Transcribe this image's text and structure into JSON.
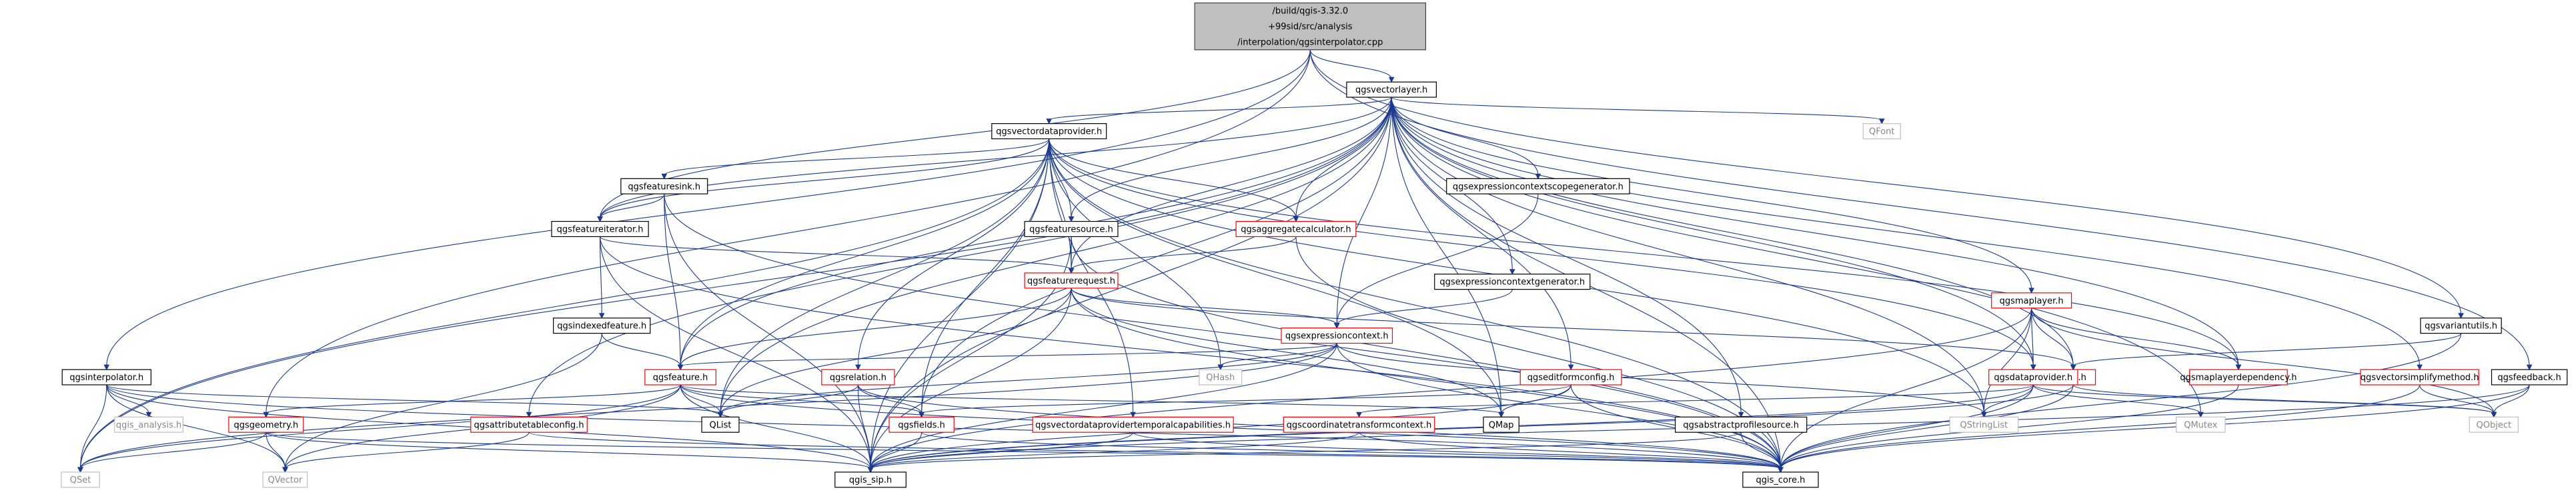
{
  "colors": {
    "edge": "#1a3a8f",
    "root_fill": "#bfbfbf",
    "plain_border": "#000000",
    "link_border": "#ff0000",
    "system_border": "#bfbfbf",
    "system_text": "#888888"
  },
  "nodes": {
    "root": {
      "lines": [
        "/build/qgis-3.32.0",
        "+99sid/src/analysis",
        "/interpolation/qgsinterpolator.cpp"
      ],
      "kind": "root"
    },
    "vl": {
      "lines": [
        "qgsvectorlayer.h"
      ],
      "kind": "plain"
    },
    "vdp": {
      "lines": [
        "qgsvectordataprovider.h"
      ],
      "kind": "plain"
    },
    "sink": {
      "lines": [
        "qgsfeaturesink.h"
      ],
      "kind": "plain"
    },
    "iter": {
      "lines": [
        "qgsfeatureiterator.h"
      ],
      "kind": "plain"
    },
    "src": {
      "lines": [
        "qgsfeaturesource.h"
      ],
      "kind": "plain"
    },
    "agg": {
      "lines": [
        "qgsaggregatecalculator.h"
      ],
      "kind": "link"
    },
    "ecsg": {
      "lines": [
        "qgsexpressioncontextscopegenerator.h"
      ],
      "kind": "plain"
    },
    "freq": {
      "lines": [
        "qgsfeaturerequest.h"
      ],
      "kind": "link"
    },
    "ecg": {
      "lines": [
        "qgsexpressioncontextgenerator.h"
      ],
      "kind": "plain"
    },
    "ec": {
      "lines": [
        "qgsexpressioncontext.h"
      ],
      "kind": "link"
    },
    "idx": {
      "lines": [
        "qgsindexedfeature.h"
      ],
      "kind": "plain"
    },
    "ml": {
      "lines": [
        "qgsmaplayer.h"
      ],
      "kind": "link"
    },
    "vu": {
      "lines": [
        "qgsvariantutils.h"
      ],
      "kind": "plain"
    },
    "interp": {
      "lines": [
        "qgsinterpolator.h"
      ],
      "kind": "plain"
    },
    "feat": {
      "lines": [
        "qgsfeature.h"
      ],
      "kind": "link"
    },
    "rel": {
      "lines": [
        "qgsrelation.h"
      ],
      "kind": "link"
    },
    "efc": {
      "lines": [
        "qgseditformconfig.h"
      ],
      "kind": "link"
    },
    "qgis": {
      "lines": [
        "qgis.h"
      ],
      "kind": "link"
    },
    "dp": {
      "lines": [
        "qgsdataprovider.h"
      ],
      "kind": "link"
    },
    "mld": {
      "lines": [
        "qgsmaplayerdependency.h"
      ],
      "kind": "link"
    },
    "vsm": {
      "lines": [
        "qgsvectorsimplifymethod.h"
      ],
      "kind": "link"
    },
    "fb": {
      "lines": [
        "qgsfeedback.h"
      ],
      "kind": "plain"
    },
    "geom": {
      "lines": [
        "qgsgeometry.h"
      ],
      "kind": "link"
    },
    "atc": {
      "lines": [
        "qgsattributetableconfig.h"
      ],
      "kind": "link"
    },
    "fields": {
      "lines": [
        "qgsfields.h"
      ],
      "kind": "link"
    },
    "vdtc": {
      "lines": [
        "qgsvectordataprovidertemporalcapabilities.h"
      ],
      "kind": "link"
    },
    "ctc": {
      "lines": [
        "qgscoordinatetransformcontext.h"
      ],
      "kind": "link"
    },
    "aps": {
      "lines": [
        "qgsabstractprofilesource.h"
      ],
      "kind": "plain"
    },
    "sip": {
      "lines": [
        "qgis_sip.h"
      ],
      "kind": "plain"
    },
    "core": {
      "lines": [
        "qgis_core.h"
      ],
      "kind": "plain"
    },
    "qset": {
      "lines": [
        "QSet"
      ],
      "kind": "system"
    },
    "qvec": {
      "lines": [
        "QVector"
      ],
      "kind": "system"
    },
    "qlist": {
      "lines": [
        "QList"
      ],
      "kind": "plain"
    },
    "qmap": {
      "lines": [
        "QMap"
      ],
      "kind": "plain"
    },
    "qhash": {
      "lines": [
        "QHash"
      ],
      "kind": "system"
    },
    "qfont": {
      "lines": [
        "QFont"
      ],
      "kind": "system"
    },
    "qsl": {
      "lines": [
        "QStringList"
      ],
      "kind": "system"
    },
    "qmutex": {
      "lines": [
        "QMutex"
      ],
      "kind": "system"
    },
    "qobj": {
      "lines": [
        "QObject"
      ],
      "kind": "system"
    },
    "qana": {
      "lines": [
        "qgis_analysis.h"
      ],
      "kind": "system"
    }
  }
}
